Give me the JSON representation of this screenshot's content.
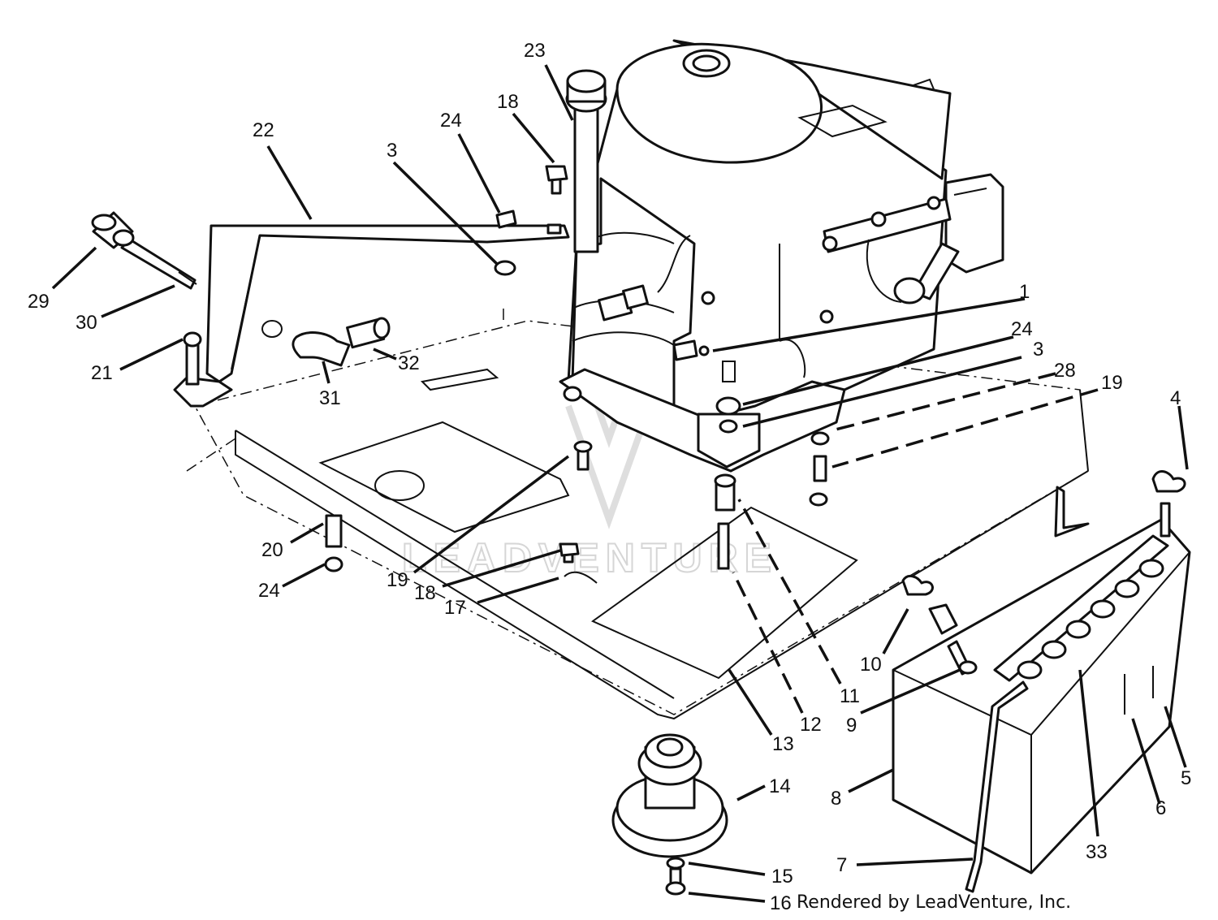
{
  "diagram": {
    "callouts": [
      "1",
      "3",
      "3",
      "4",
      "5",
      "6",
      "7",
      "8",
      "9",
      "10",
      "11",
      "12",
      "13",
      "14",
      "15",
      "16",
      "17",
      "18",
      "18",
      "19",
      "19",
      "20",
      "21",
      "22",
      "23",
      "24",
      "24",
      "24",
      "28",
      "29",
      "30",
      "31",
      "32",
      "33"
    ]
  },
  "watermark": "LEADVENTURE",
  "credit": "Rendered by LeadVenture, Inc."
}
